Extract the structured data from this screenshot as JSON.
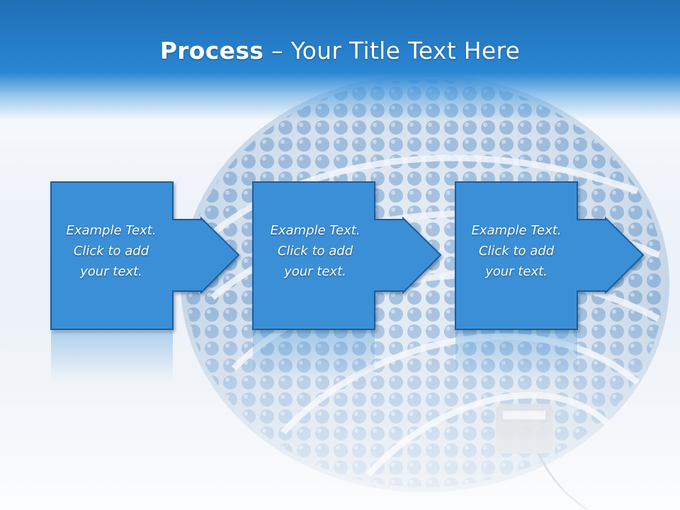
{
  "title": {
    "bold": "Process",
    "rest": " – Your Title Text Here"
  },
  "steps": [
    {
      "lines": [
        "Example Text.",
        "Click  to add",
        "your text."
      ]
    },
    {
      "lines": [
        "Example Text.",
        "Click  to add",
        "your text."
      ]
    },
    {
      "lines": [
        "Example Text.",
        "Click  to add",
        "your text."
      ]
    }
  ],
  "colors": {
    "header": "#2a86d3",
    "box_fill": "#3a8fd6",
    "box_border": "#1b5c9c"
  }
}
